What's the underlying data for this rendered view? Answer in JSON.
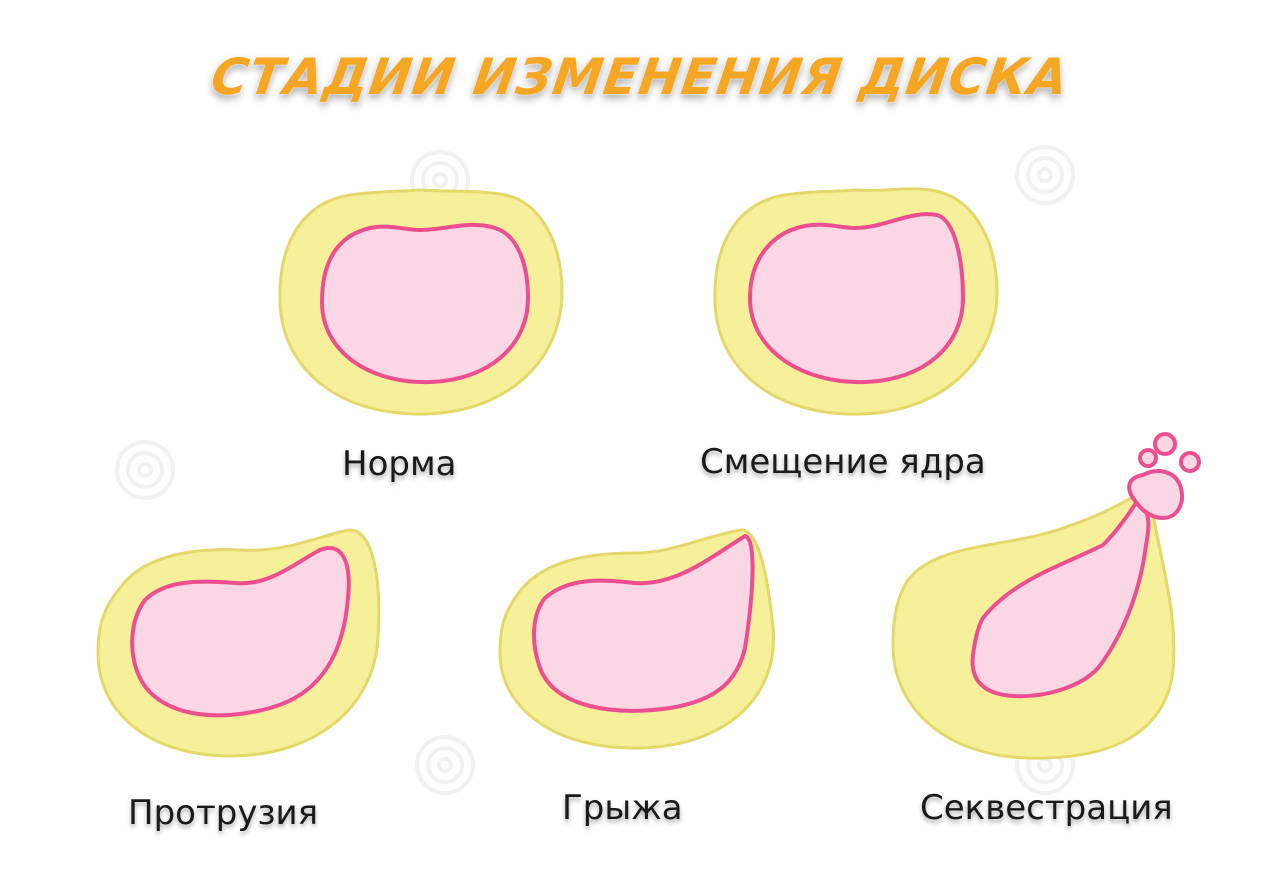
{
  "title": "СТАДИИ ИЗМЕНЕНИЯ ДИСКА",
  "colors": {
    "title": "#f5a623",
    "annulus": "#f7f09a",
    "annulus_edge": "#e3d86a",
    "nucleus": "#fbd6e4",
    "nucleus_edge": "#ec4f8f"
  },
  "stages": [
    {
      "id": "norma",
      "label": "Норма"
    },
    {
      "id": "displacement",
      "label": "Смещение ядра"
    },
    {
      "id": "protrusion",
      "label": "Протрузия"
    },
    {
      "id": "hernia",
      "label": "Грыжа"
    },
    {
      "id": "sequestration",
      "label": "Секвестрация"
    }
  ]
}
